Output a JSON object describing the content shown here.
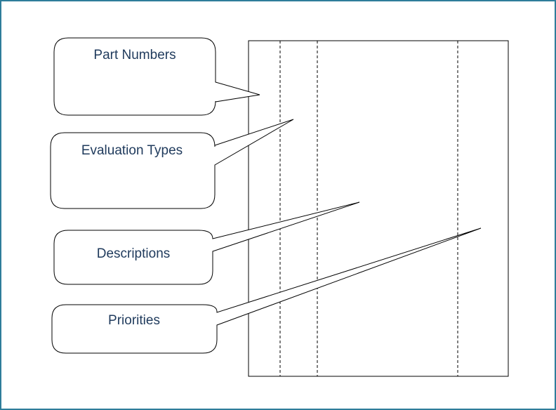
{
  "callouts": [
    {
      "id": "part-numbers",
      "label": "Part Numbers"
    },
    {
      "id": "evaluation-types",
      "label": "Evaluation Types"
    },
    {
      "id": "descriptions",
      "label": "Descriptions"
    },
    {
      "id": "priorities",
      "label": "Priorities"
    }
  ],
  "colors": {
    "frame_border": "#2e7d9a",
    "text": "#1f3a5c",
    "lines": "#000000"
  }
}
